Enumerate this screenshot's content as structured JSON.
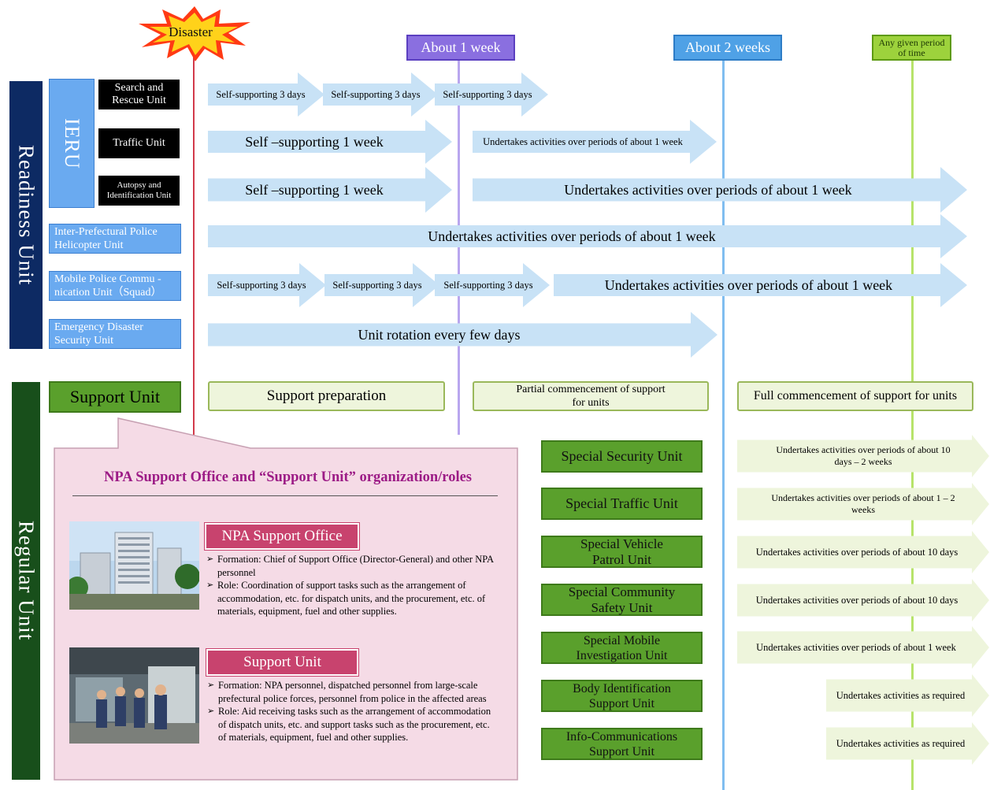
{
  "header": {
    "disaster": "Disaster",
    "week1": "About 1 week",
    "week2": "About 2 weeks",
    "any_time": "Any given period of time"
  },
  "readiness": {
    "title": "Readiness Unit",
    "ieru": "IERU",
    "units": {
      "search_rescue": "Search and Rescue Unit",
      "traffic": "Traffic Unit",
      "autopsy": "Autopsy and Identification Unit",
      "helicopter": "Inter-Prefectural Police Helicopter Unit",
      "mobile_comm": "Mobile Police Commu -nication Unit（Squad）",
      "emergency": "Emergency Disaster Security Unit"
    },
    "arrows": {
      "sr_1": "Self-supporting 3 days",
      "sr_2": "Self-supporting 3 days",
      "sr_3": "Self-supporting 3 days",
      "tr_self": "Self –supporting 1 week",
      "tr_act": "Undertakes activities over periods of about 1 week",
      "au_self": "Self –supporting 1 week",
      "au_act": "Undertakes activities over periods of about 1 week",
      "heli_act": "Undertakes activities over periods of about 1 week",
      "mc_1": "Self-supporting 3 days",
      "mc_2": "Self-supporting 3 days",
      "mc_3": "Self-supporting 3 days",
      "mc_act": "Undertakes activities over periods of about 1 week",
      "em_rot": "Unit rotation every few days"
    }
  },
  "regular": {
    "title": "Regular Unit",
    "support_unit": "Support Unit",
    "phases": {
      "prep": "Support preparation",
      "partial": "Partial commencement of support for units",
      "full": "Full commencement of support for units"
    },
    "special_units": [
      "Special Security Unit",
      "Special Traffic Unit",
      "Special Vehicle\nPatrol Unit",
      "Special Community\nSafety Unit",
      "Special Mobile\nInvestigation Unit",
      "Body Identification\nSupport Unit",
      "Info-Communications\nSupport Unit"
    ],
    "activities": [
      "Undertakes activities over periods of about 10 days – 2 weeks",
      "Undertakes activities over periods of about 1 – 2 weeks",
      "Undertakes activities over periods of about 10 days",
      "Undertakes activities over periods of about 10 days",
      "Undertakes activities over periods of about 1 week",
      "Undertakes activities as required",
      "Undertakes activities as required"
    ]
  },
  "callout": {
    "title": "NPA Support Office and “Support Unit” organization/roles",
    "office_label": "NPA Support Office",
    "office_formation": "Formation: Chief of Support Office (Director-General) and other NPA personnel",
    "office_role": "Role: Coordination of support tasks such as the arrangement of accommodation, etc. for dispatch units, and the procurement, etc. of materials, equipment, fuel and other supplies.",
    "unit_label": "Support Unit",
    "unit_formation": "Formation: NPA personnel, dispatched personnel from large-scale prefectural police forces, personnel from police in the affected areas",
    "unit_role": "Role: Aid receiving tasks such as the arrangement of accommodation of dispatch units, etc. and support tasks such as the procurement, etc. of materials, equipment, fuel and other supplies."
  },
  "colors": {
    "navy": "#0d2a63",
    "dark_green": "#184f1b",
    "arrow_blue": "#c8e2f6",
    "unit_green": "#5aa02c",
    "week1": "#8a6fe0",
    "week2": "#4fa1e6",
    "any_time": "#9dd23c",
    "callout_pink": "#f5dbe6",
    "label_pink": "#c8436e"
  }
}
